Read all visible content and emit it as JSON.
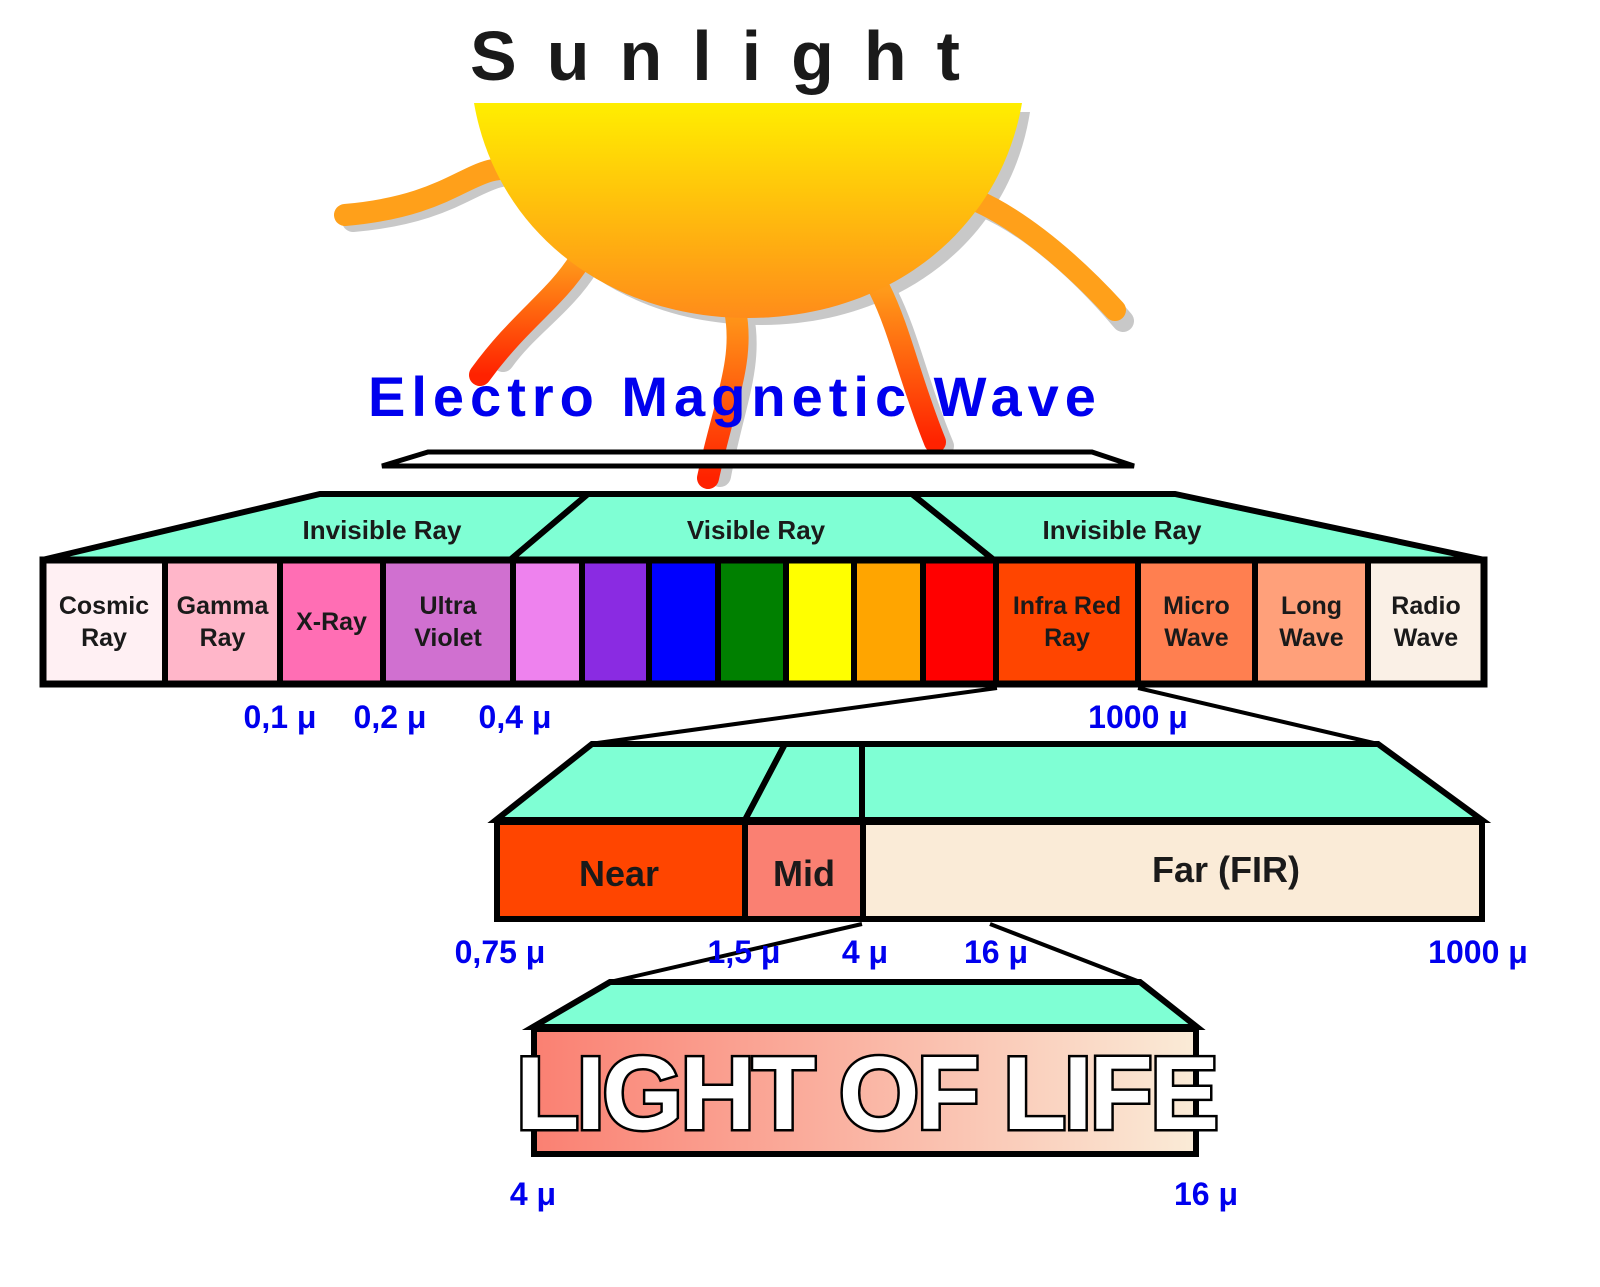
{
  "title": "Sunlight",
  "subtitle": "Electro Magnetic Wave",
  "colors": {
    "title_blue": "#0000ee",
    "band_fill": "#7fffd4",
    "sun_top": "#ffee00",
    "sun_bottom": "#ff8c1a",
    "outline": "#000000"
  },
  "bands": [
    {
      "label": "Invisible Ray"
    },
    {
      "label": "Visible Ray"
    },
    {
      "label": "Invisible Ray"
    }
  ],
  "spectrum": [
    {
      "lines": [
        "Cosmic",
        "Ray"
      ],
      "color": "#fff0f3"
    },
    {
      "lines": [
        "Gamma",
        "Ray"
      ],
      "color": "#ffb6c9"
    },
    {
      "lines": [
        "X-Ray"
      ],
      "color": "#ff6eb4"
    },
    {
      "lines": [
        "Ultra",
        "Violet"
      ],
      "color": "#d070d0"
    },
    {
      "lines": [],
      "color": "#ee82ee"
    },
    {
      "lines": [],
      "color": "#8a2be2"
    },
    {
      "lines": [],
      "color": "#0000ff"
    },
    {
      "lines": [],
      "color": "#008000"
    },
    {
      "lines": [],
      "color": "#ffff00"
    },
    {
      "lines": [],
      "color": "#ffa500"
    },
    {
      "lines": [],
      "color": "#ff0000"
    },
    {
      "lines": [
        "Infra Red",
        "Ray"
      ],
      "color": "#ff4500"
    },
    {
      "lines": [
        "Micro",
        "Wave"
      ],
      "color": "#ff7f50"
    },
    {
      "lines": [
        "Long",
        "Wave"
      ],
      "color": "#ffa07a"
    },
    {
      "lines": [
        "Radio",
        "Wave"
      ],
      "color": "#faf0e6"
    }
  ],
  "spectrum_ticks": [
    "0,1 μ",
    "0,2 μ",
    "0,4 μ",
    "1000 μ"
  ],
  "infrared": [
    {
      "label": "Near",
      "color": "#ff4500"
    },
    {
      "label": "Mid",
      "color": "#fa8072"
    },
    {
      "label": "Far (FIR)",
      "color": "#faebd7"
    }
  ],
  "infrared_ticks": [
    "0,75 μ",
    "1,5 μ",
    "4 μ",
    "16 μ",
    "1000 μ"
  ],
  "life": {
    "label": "LIGHT OF LIFE",
    "color_left": "#fa8072",
    "color_right": "#faebd7"
  },
  "life_ticks": [
    "4 μ",
    "16 μ"
  ]
}
